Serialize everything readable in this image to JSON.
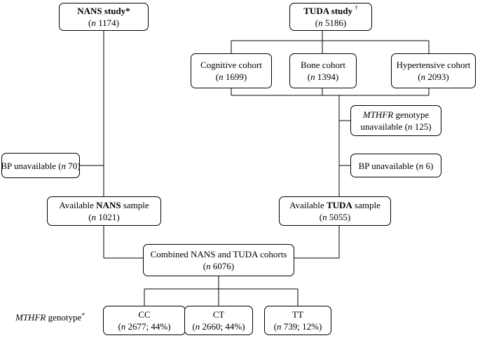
{
  "nans_study": {
    "name": "NANS study",
    "mark": "*",
    "n_prefix": "n",
    "n_value": "1174"
  },
  "tuda_study": {
    "name": "TUDA study",
    "mark": "†",
    "n_prefix": "n",
    "n_value": "5186"
  },
  "cohorts": [
    {
      "label": "Cognitive cohort",
      "n_prefix": "n",
      "n_value": "1699"
    },
    {
      "label": "Bone cohort",
      "n_prefix": "n",
      "n_value": "1394"
    },
    {
      "label": "Hypertensive cohort",
      "n_prefix": "n",
      "n_value": "2093"
    }
  ],
  "tuda_exclusions": [
    {
      "gene": "MTHFR",
      "text1": " genotype",
      "text2": "unavailable (",
      "n_prefix": "n",
      "n_value": " 125)"
    },
    {
      "text": "BP unavailable (",
      "n_prefix": "n",
      "n_value": " 6)"
    }
  ],
  "nans_exclusion": {
    "text": "BP unavailable (",
    "n_prefix": "n",
    "n_value": " 70)"
  },
  "nans_available": {
    "text_pre": "Available ",
    "bold": "NANS",
    "text_post": " sample",
    "n_prefix": "n",
    "n_value": " 1021)"
  },
  "tuda_available": {
    "text_pre": "Available ",
    "bold": "TUDA",
    "text_post": " sample",
    "n_prefix": "n",
    "n_value": " 5055)"
  },
  "combined": {
    "text": "Combined NANS and TUDA cohorts",
    "n_prefix": "n",
    "n_value": " 6076)"
  },
  "genotype_label": {
    "gene": "MTHFR",
    "text": " genotype",
    "mark": "≠"
  },
  "genotypes": [
    {
      "label": "CC",
      "n_prefix": "n",
      "n_value": " 2677; 44%)"
    },
    {
      "label": "CT",
      "n_prefix": "n",
      "n_value": " 2660; 44%)"
    },
    {
      "label": "TT",
      "n_prefix": "n",
      "n_value": " 739; 12%)"
    }
  ]
}
